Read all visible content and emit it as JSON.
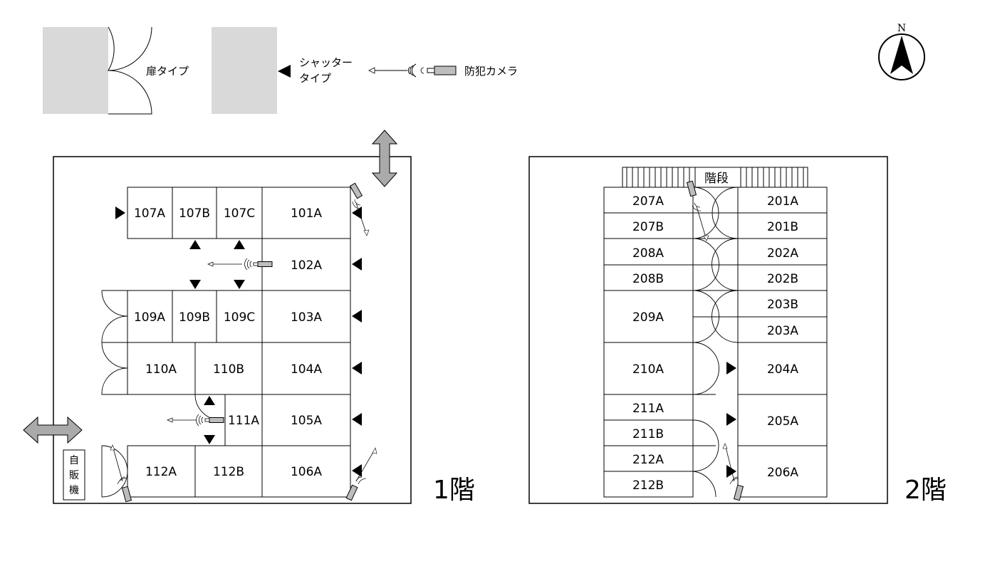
{
  "legend": {
    "door_type": "扉タイプ",
    "shutter_type_line1": "シャッター",
    "shutter_type_line2": "タイプ",
    "camera": "防犯カメラ"
  },
  "compass": {
    "north": "N"
  },
  "floor1": {
    "label": "1階",
    "vending_machine": [
      "自",
      "販",
      "機"
    ],
    "units": {
      "107A": "107A",
      "107B": "107B",
      "107C": "107C",
      "101A": "101A",
      "102A": "102A",
      "109A": "109A",
      "109B": "109B",
      "109C": "109C",
      "103A": "103A",
      "110A": "110A",
      "110B": "110B",
      "104A": "104A",
      "111A": "111A",
      "105A": "105A",
      "112A": "112A",
      "112B": "112B",
      "106A": "106A"
    }
  },
  "floor2": {
    "label": "2階",
    "stairs": "階段",
    "units": {
      "207A": "207A",
      "207B": "207B",
      "208A": "208A",
      "208B": "208B",
      "209A": "209A",
      "210A": "210A",
      "211A": "211A",
      "211B": "211B",
      "212A": "212A",
      "212B": "212B",
      "201A": "201A",
      "201B": "201B",
      "202A": "202A",
      "202B": "202B",
      "203B": "203B",
      "203A": "203A",
      "204A": "204A",
      "205A": "205A",
      "206A": "206A"
    }
  }
}
